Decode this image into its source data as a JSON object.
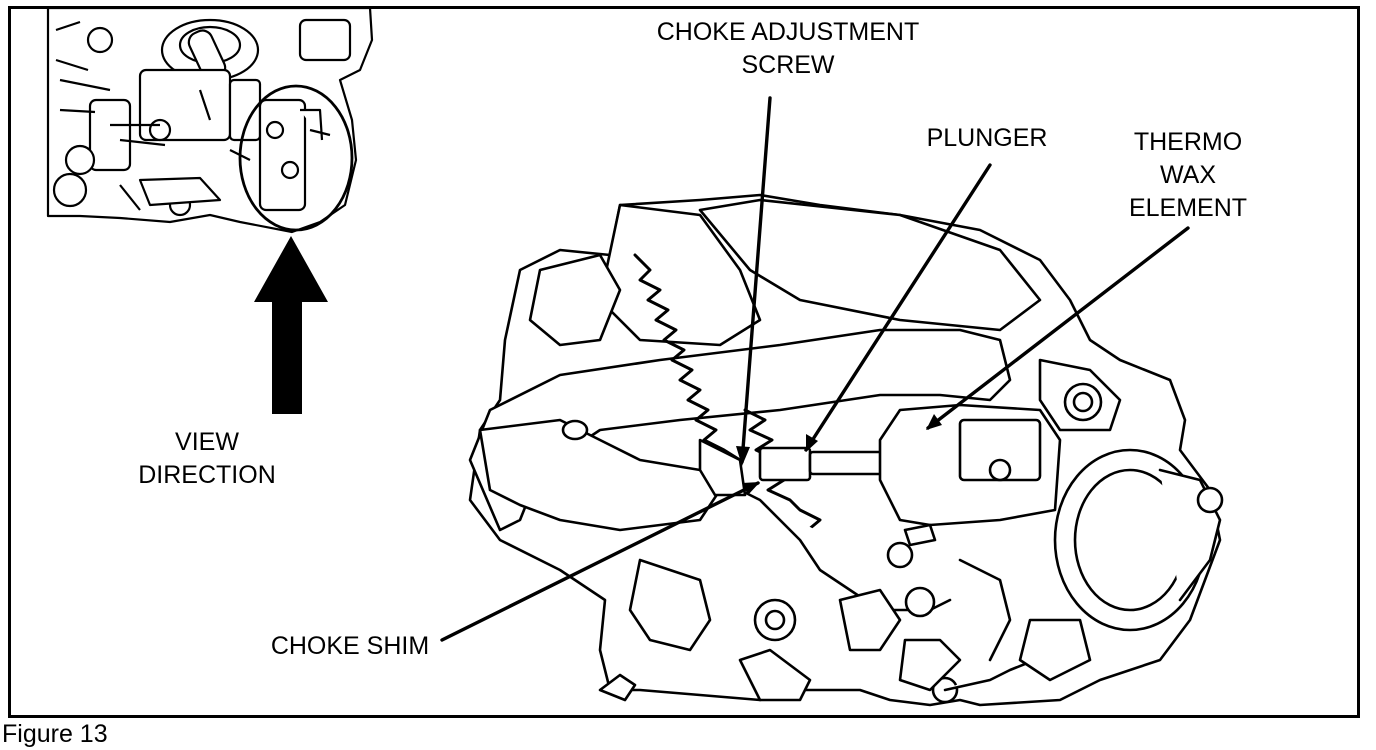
{
  "figure": {
    "caption": "Figure 13"
  },
  "labels": {
    "choke_adjustment_screw": [
      "CHOKE ADJUSTMENT",
      "SCREW"
    ],
    "plunger": "PLUNGER",
    "thermo_wax_element": [
      "THERMO",
      "WAX",
      "ELEMENT"
    ],
    "view_direction": [
      "VIEW",
      "DIRECTION"
    ],
    "choke_shim": "CHOKE SHIM"
  },
  "icons": {
    "view_arrow": "up-arrow-icon"
  },
  "colors": {
    "ink": "#000000",
    "paper": "#ffffff"
  }
}
